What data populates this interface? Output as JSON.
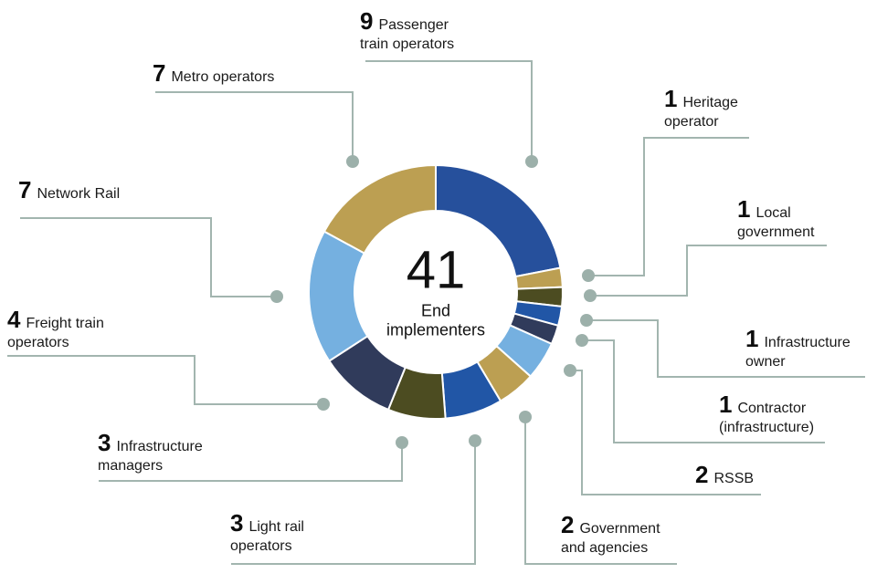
{
  "chart_data": {
    "type": "pie",
    "variant": "donut",
    "title": "End implementers",
    "total": 41,
    "center": {
      "value": "41",
      "label": "End implementers"
    },
    "legend_position": "callouts-around-chart",
    "segments": [
      {
        "label": "Passenger train operators",
        "value": 9,
        "color": "#26509C"
      },
      {
        "label": "Heritage operator",
        "value": 1,
        "color": "#BC9F52"
      },
      {
        "label": "Local government",
        "value": 1,
        "color": "#4C4C21"
      },
      {
        "label": "Infrastructure owner",
        "value": 1,
        "color": "#2156A6"
      },
      {
        "label": "Contractor (infrastructure)",
        "value": 1,
        "color": "#303B5B"
      },
      {
        "label": "RSSB",
        "value": 2,
        "color": "#75B0E0"
      },
      {
        "label": "Government and agencies",
        "value": 2,
        "color": "#BC9F52"
      },
      {
        "label": "Light rail operators",
        "value": 3,
        "color": "#2156A6"
      },
      {
        "label": "Infrastructure managers",
        "value": 3,
        "color": "#4C4C21"
      },
      {
        "label": "Freight train operators",
        "value": 4,
        "color": "#303B5B"
      },
      {
        "label": "Network Rail",
        "value": 7,
        "color": "#75B0E0"
      },
      {
        "label": "Metro operators",
        "value": 7,
        "color": "#BC9F52"
      }
    ],
    "geometry_hint": {
      "start_angle_deg": 0,
      "direction": "clockwise"
    },
    "colors": {
      "connector_line": "#A2B5AF",
      "connector_dot": "#9CB0AA",
      "text": "#111111",
      "background": "#FFFFFF",
      "segment_gap": "#FFFFFF"
    }
  }
}
